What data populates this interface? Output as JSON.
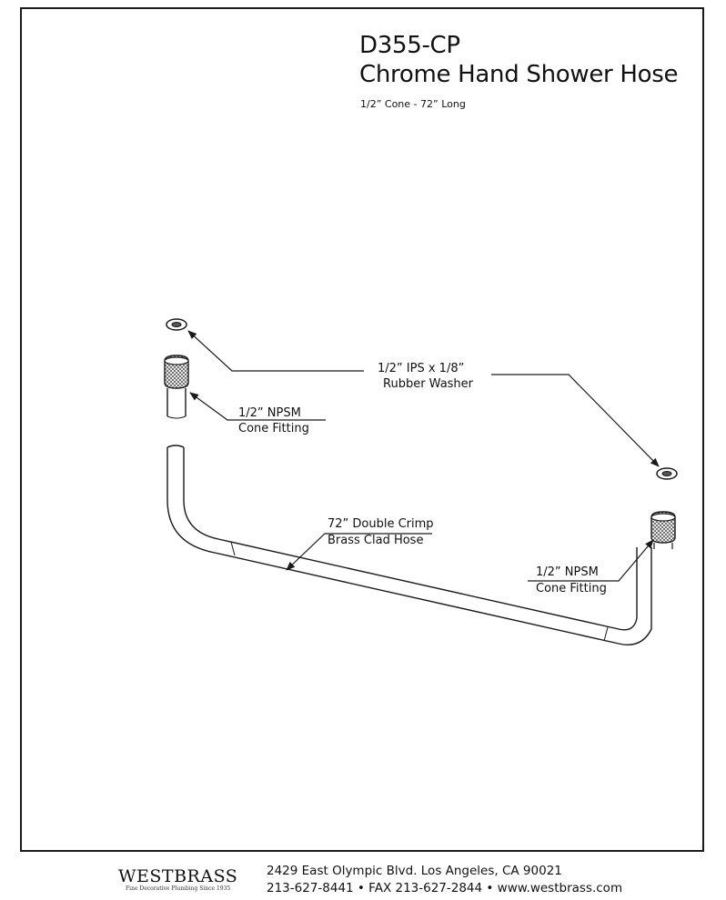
{
  "header": {
    "model": "D355-CP",
    "name": "Chrome Hand Shower Hose",
    "spec": "1/2” Cone  - 72” Long"
  },
  "callouts": {
    "washer_line1": "1/2” IPS x 1/8”",
    "washer_line2": "Rubber Washer",
    "left_fitting_line1": "1/2” NPSM",
    "left_fitting_line2": "Cone Fitting",
    "hose_line1": "72” Double Crimp",
    "hose_line2": "Brass Clad Hose",
    "right_fitting_line1": "1/2” NPSM",
    "right_fitting_line2": "Cone Fitting"
  },
  "footer": {
    "brand": "WESTBRASS",
    "tagline": "Fine Decorative Plumbing Since 1935",
    "address": "2429 East Olympic Blvd. Los Angeles, CA  90021",
    "contact": "213-627-8441 • FAX 213-627-2844 • www.westbrass.com"
  },
  "colors": {
    "line": "#1a1a1a"
  }
}
